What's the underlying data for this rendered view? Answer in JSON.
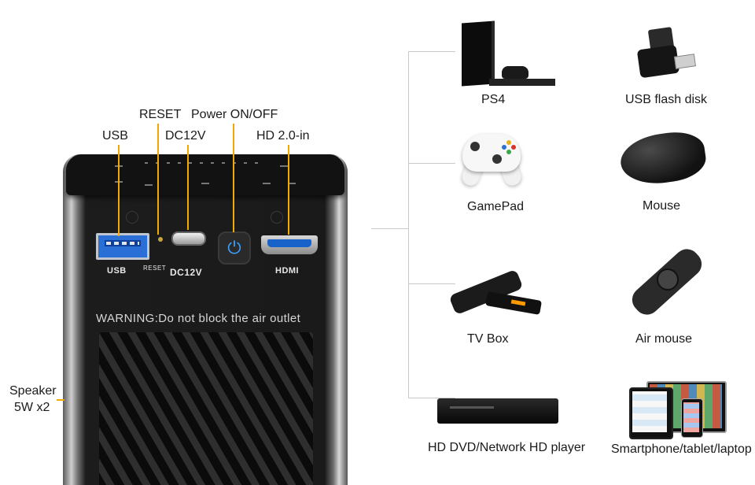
{
  "callouts": {
    "usb": "USB",
    "reset": "RESET",
    "dc12v": "DC12V",
    "power": "Power ON/OFF",
    "hdmi_in": "HD 2.0-in",
    "speaker_line1": "Speaker",
    "speaker_line2": "5W x2"
  },
  "device": {
    "port_usb": "USB",
    "port_reset": "RESET",
    "port_dc": "DC12V",
    "port_hdmi": "HDMI",
    "warning": "WARNING:Do not block the air outlet"
  },
  "compatible_devices": [
    {
      "label": "PS4",
      "icon": "ps4-console-icon"
    },
    {
      "label": "USB flash disk",
      "icon": "usb-flash-disk-icon"
    },
    {
      "label": "GamePad",
      "icon": "gamepad-icon"
    },
    {
      "label": "Mouse",
      "icon": "mouse-icon"
    },
    {
      "label": "TV Box",
      "icon": "tv-box-icon"
    },
    {
      "label": "Air mouse",
      "icon": "air-mouse-icon"
    },
    {
      "label": "HD DVD/Network HD player",
      "icon": "dvd-player-icon"
    },
    {
      "label": "Smartphone/tablet/laptop",
      "icon": "smart-devices-icon"
    }
  ],
  "colors": {
    "callout_line": "#f2a900",
    "connector_line": "#c9c9c9",
    "usb_port": "#2a6fd6",
    "power_glow": "#3aa0ff"
  }
}
